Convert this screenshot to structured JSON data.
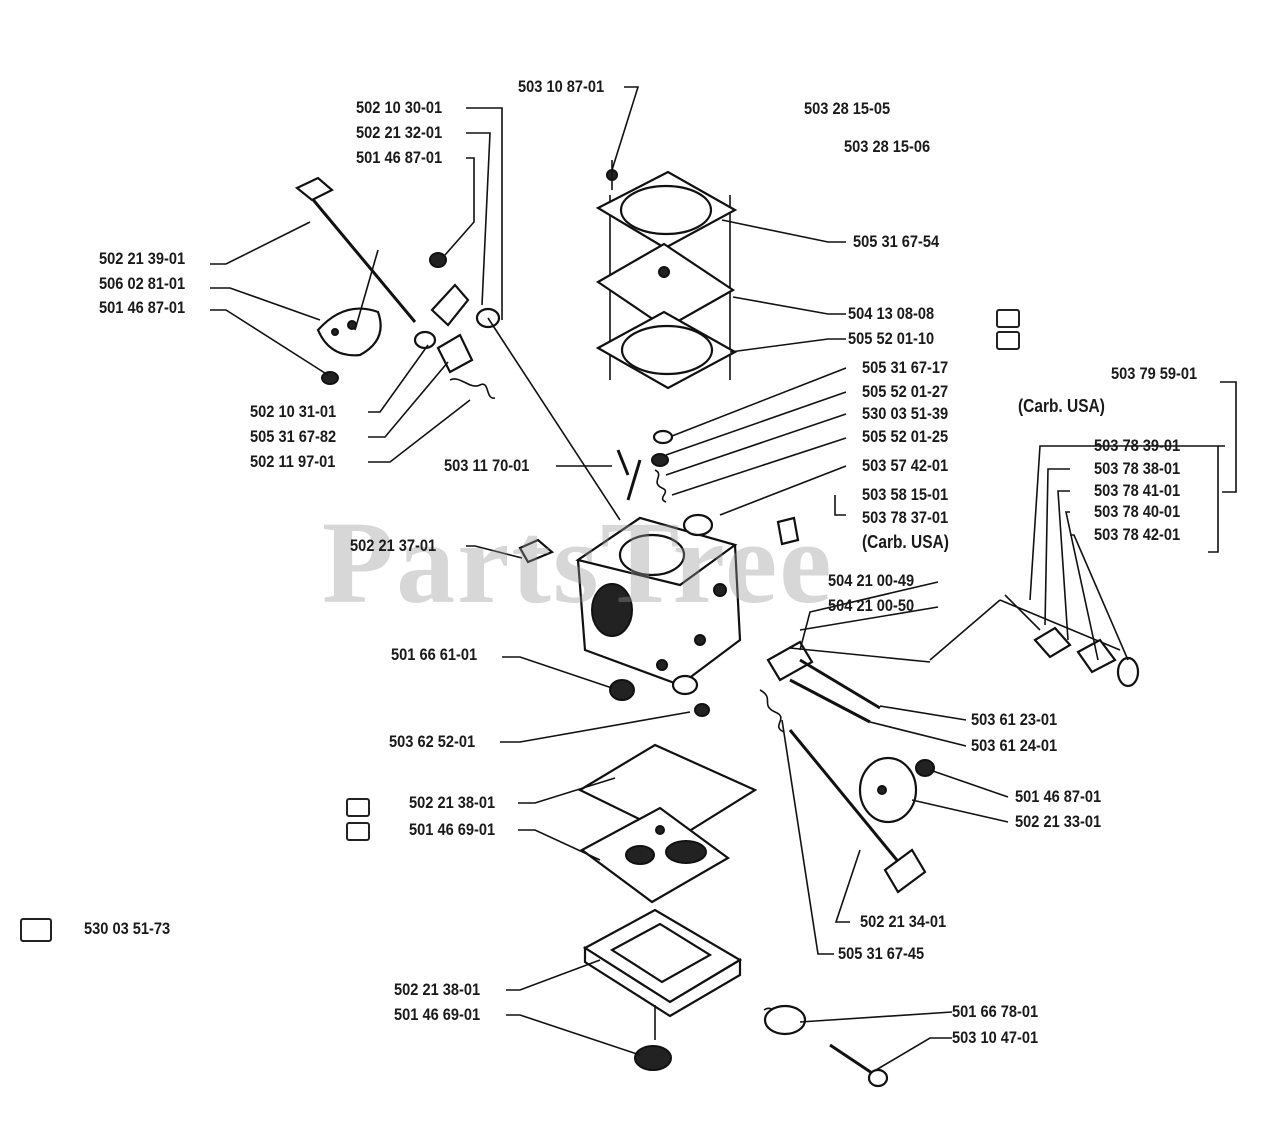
{
  "watermark": "PartsTree",
  "labels": {
    "p503108701": "503 10 87-01",
    "p503281505": "503 28 15-05",
    "p503281506": "503 28 15-06",
    "p502103001": "502 10 30-01",
    "p502213201": "502 21 32-01",
    "p501468701a": "501 46 87-01",
    "p502213901": "502 21 39-01",
    "p506028101": "506 02 81-01",
    "p501468701b": "501 46 87-01",
    "p505316754": "505 31 67-54",
    "p504130808": "504 13 08-08",
    "p505520110": "505 52 01-10",
    "p505316717": "505 31 67-17",
    "p505520127": "505 52 01-27",
    "p530035139": "530 03 51-39",
    "p505520125": "505 52 01-25",
    "p503574201": "503 57 42-01",
    "p503581501": "503 58 15-01",
    "p503783701": "503 78 37-01",
    "carbUsaA": "(Carb. USA)",
    "p503795901": "503 79 59-01",
    "carbUsaB": "(Carb. USA)",
    "p503783901": "503 78 39-01",
    "p503783801": "503 78 38-01",
    "p503784101": "503 78 41-01",
    "p503784001": "503 78 40-01",
    "p503784201": "503 78 42-01",
    "p502103101": "502 10 31-01",
    "p505316782": "505 31 67-82",
    "p502119701": "502 11 97-01",
    "p503117001": "503 11 70-01",
    "p502213701": "502 21 37-01",
    "p504210049": "504 21 00-49",
    "p504210050": "504 21 00-50",
    "p501666101": "501 66 61-01",
    "p503625201": "503 62 52-01",
    "p503612301": "503 61 23-01",
    "p503612401": "503 61 24-01",
    "p501468701c": "501 46 87-01",
    "p502213301": "502 21 33-01",
    "p502213801a": "502 21 38-01",
    "p501466901a": "501 46 69-01",
    "p530035173": "530 03 51-73",
    "p502213401": "502 21 34-01",
    "p505316745": "505 31 67-45",
    "p502213801b": "502 21 38-01",
    "p501466901b": "501 46 69-01",
    "p501667801": "501 66 78-01",
    "p503104701": "503 10 47-01"
  }
}
